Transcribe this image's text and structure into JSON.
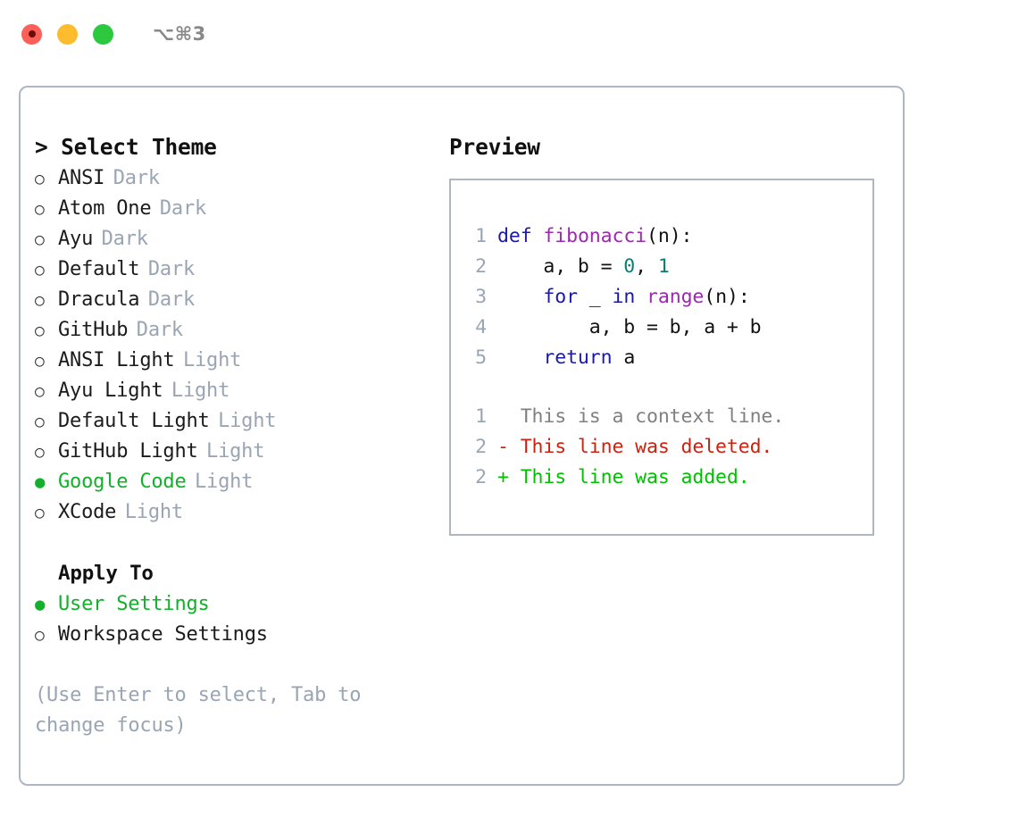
{
  "titlebar": {
    "shortcut": "⌥⌘3",
    "buttons": [
      {
        "name": "close",
        "color": "#fc6058"
      },
      {
        "name": "minimize",
        "color": "#fdbc2e"
      },
      {
        "name": "maximize",
        "color": "#2bc840"
      }
    ]
  },
  "theme_picker": {
    "heading": "> Select Theme",
    "marker_on": "●",
    "marker_off": "○",
    "items": [
      {
        "label": "ANSI",
        "tag": "Dark",
        "selected": false
      },
      {
        "label": "Atom One",
        "tag": "Dark",
        "selected": false
      },
      {
        "label": "Ayu",
        "tag": "Dark",
        "selected": false
      },
      {
        "label": "Default",
        "tag": "Dark",
        "selected": false
      },
      {
        "label": "Dracula",
        "tag": "Dark",
        "selected": false
      },
      {
        "label": "GitHub",
        "tag": "Dark",
        "selected": false
      },
      {
        "label": "ANSI Light",
        "tag": "Light",
        "selected": false
      },
      {
        "label": "Ayu Light",
        "tag": "Light",
        "selected": false
      },
      {
        "label": "Default Light",
        "tag": "Light",
        "selected": false
      },
      {
        "label": "GitHub Light",
        "tag": "Light",
        "selected": false
      },
      {
        "label": "Google Code",
        "tag": "Light",
        "selected": true
      },
      {
        "label": "XCode",
        "tag": "Light",
        "selected": false
      }
    ]
  },
  "apply_to": {
    "title": "Apply To",
    "items": [
      {
        "label": "User Settings",
        "selected": true
      },
      {
        "label": "Workspace Settings",
        "selected": false
      }
    ]
  },
  "hint": "(Use Enter to select, Tab to change focus)",
  "preview": {
    "title": "Preview",
    "code_lines": [
      {
        "no": "1",
        "tokens": [
          {
            "t": "def",
            "c": "kw"
          },
          {
            "t": " ",
            "c": "pl"
          },
          {
            "t": "fibonacci",
            "c": "fn"
          },
          {
            "t": "(n):",
            "c": "pl"
          }
        ]
      },
      {
        "no": "2",
        "tokens": [
          {
            "t": "    a, b = ",
            "c": "pl"
          },
          {
            "t": "0",
            "c": "num"
          },
          {
            "t": ", ",
            "c": "pl"
          },
          {
            "t": "1",
            "c": "num"
          }
        ]
      },
      {
        "no": "3",
        "tokens": [
          {
            "t": "    ",
            "c": "pl"
          },
          {
            "t": "for",
            "c": "kw"
          },
          {
            "t": " _ ",
            "c": "pl"
          },
          {
            "t": "in",
            "c": "kw"
          },
          {
            "t": " ",
            "c": "pl"
          },
          {
            "t": "range",
            "c": "fn"
          },
          {
            "t": "(n):",
            "c": "pl"
          }
        ]
      },
      {
        "no": "4",
        "tokens": [
          {
            "t": "        a, b = b, a + b",
            "c": "pl"
          }
        ]
      },
      {
        "no": "5",
        "tokens": [
          {
            "t": "    ",
            "c": "pl"
          },
          {
            "t": "return",
            "c": "kw"
          },
          {
            "t": " a",
            "c": "pl"
          }
        ]
      }
    ],
    "diff_lines": [
      {
        "no": "1",
        "text": "  This is a context line.",
        "kind": "ctx"
      },
      {
        "no": "2",
        "text": "- This line was deleted.",
        "kind": "del"
      },
      {
        "no": "2",
        "text": "+ This line was added.",
        "kind": "add"
      }
    ]
  },
  "colors": {
    "accent_green": "#12b12b",
    "tag_gray": "#9aa5b4",
    "border": "#aeb6c2",
    "keyword": "#1a1aa6",
    "function": "#9c27b0",
    "number": "#0b7e76",
    "diff_add": "#00c000",
    "diff_del": "#cc2211",
    "context": "#808080"
  }
}
